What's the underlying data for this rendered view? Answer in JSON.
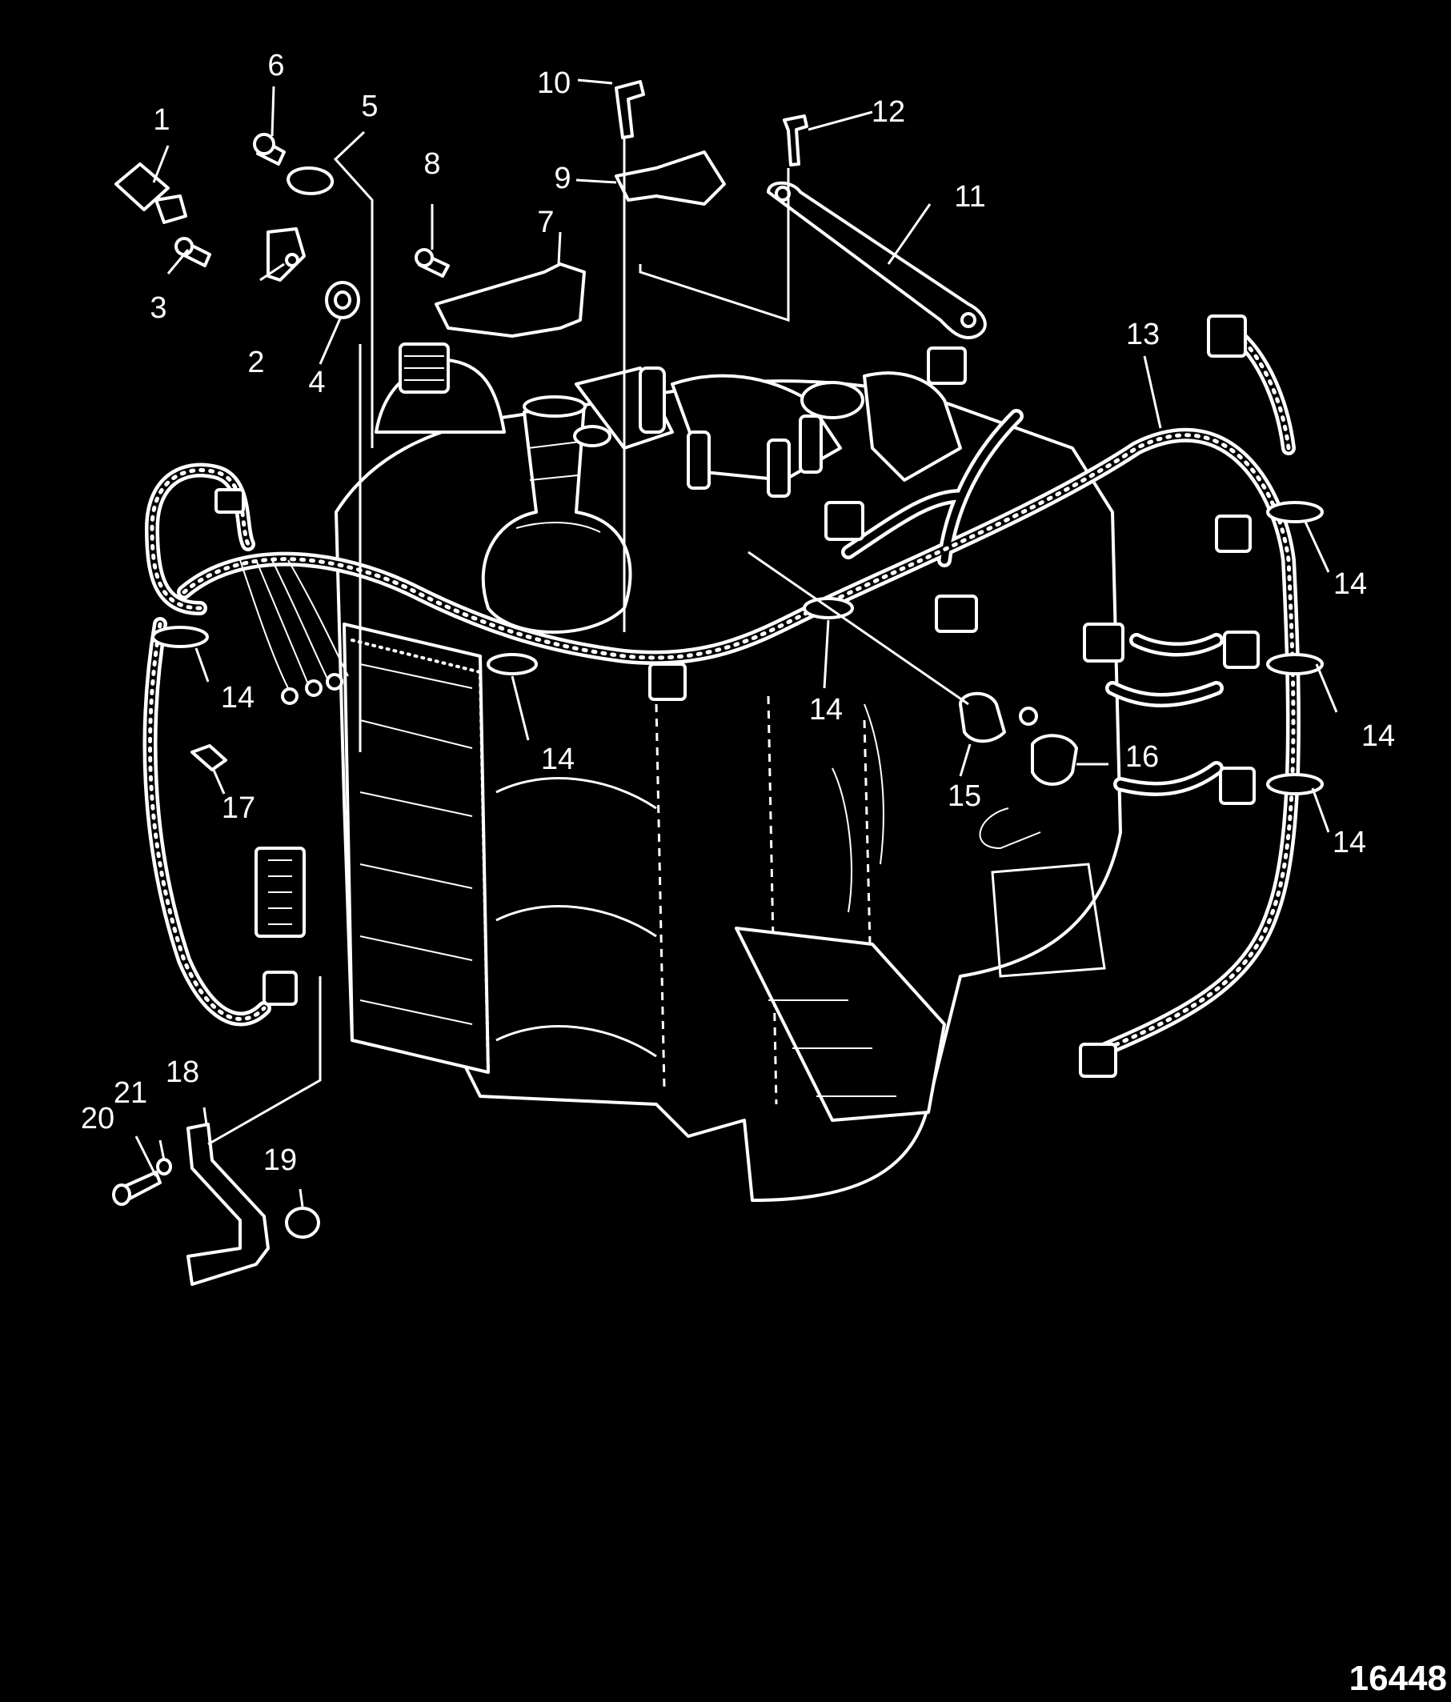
{
  "figure_number": "16448",
  "callouts": [
    {
      "id": "1",
      "label": "1"
    },
    {
      "id": "2",
      "label": "2"
    },
    {
      "id": "3",
      "label": "3"
    },
    {
      "id": "4",
      "label": "4"
    },
    {
      "id": "5",
      "label": "5"
    },
    {
      "id": "6",
      "label": "6"
    },
    {
      "id": "7",
      "label": "7"
    },
    {
      "id": "8",
      "label": "8"
    },
    {
      "id": "9",
      "label": "9"
    },
    {
      "id": "10",
      "label": "10"
    },
    {
      "id": "11",
      "label": "11"
    },
    {
      "id": "12",
      "label": "12"
    },
    {
      "id": "13",
      "label": "13"
    },
    {
      "id": "14a",
      "label": "14"
    },
    {
      "id": "14b",
      "label": "14"
    },
    {
      "id": "14c",
      "label": "14"
    },
    {
      "id": "14d",
      "label": "14"
    },
    {
      "id": "14e",
      "label": "14"
    },
    {
      "id": "14f",
      "label": "14"
    },
    {
      "id": "15",
      "label": "15"
    },
    {
      "id": "16",
      "label": "16"
    },
    {
      "id": "17",
      "label": "17"
    },
    {
      "id": "18",
      "label": "18"
    },
    {
      "id": "19",
      "label": "19"
    },
    {
      "id": "20",
      "label": "20"
    },
    {
      "id": "21",
      "label": "21"
    }
  ]
}
